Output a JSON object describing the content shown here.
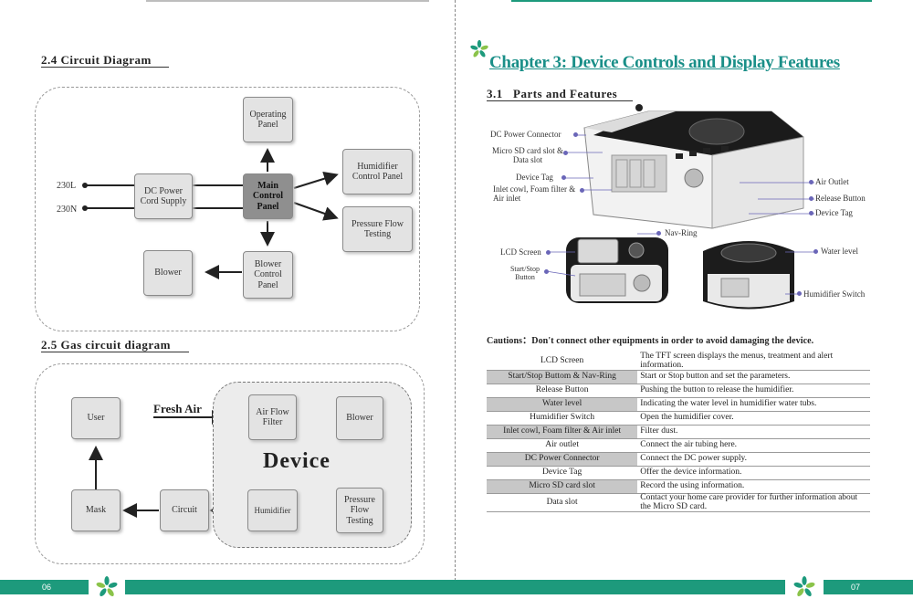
{
  "left": {
    "circuit_title": "2.4  Circuit Diagram",
    "circuit": {
      "l230": "230L",
      "n230": "230N",
      "dc_power": "DC Power Cord Supply",
      "operating": "Operating Panel",
      "main": "Main Control Panel",
      "humidifier_ctrl": "Humidifier Control Panel",
      "pressure": "Pressure Flow Testing",
      "blower_ctrl": "Blower Control Panel",
      "blower": "Blower"
    },
    "gas_title": "2.5  Gas circuit diagram",
    "gas": {
      "user": "User",
      "fresh_air": "Fresh Air",
      "air_filter": "Air Flow Filter",
      "blower": "Blower",
      "device": "Device",
      "mask": "Mask",
      "circuit": "Circuit",
      "humidifier": "Humidifier",
      "pressure": "Pressure Flow Testing"
    },
    "page_number": "06"
  },
  "right": {
    "chapter_title": "Chapter 3: Device Controls and Display Features",
    "parts_title": "3.1   Parts and Features",
    "callouts": {
      "dc_connector": "DC Power Connector",
      "micro_sd": "Micro SD card slot & Data slot",
      "device_tag_left": "Device Tag",
      "inlet": "Inlet cowl, Foam filter & Air inlet",
      "air_outlet": "Air Outlet",
      "release": "Release Button",
      "device_tag_right": "Device Tag",
      "nav_ring": "Nav-Ring",
      "lcd": "LCD Screen",
      "startstop": "Start/Stop Button",
      "water_level": "Water level",
      "humidifier_switch": "Humidifier Switch"
    },
    "caution": "Cautions：Don't connect other equipments in order to avoid damaging the device.",
    "table": [
      {
        "part": "LCD Screen",
        "desc": "The TFT screen displays the menus, treatment and alert information."
      },
      {
        "part": "Start/Stop Buttom & Nav-Ring",
        "desc": "Start or Stop button and set the parameters."
      },
      {
        "part": "Release Button",
        "desc": "Pushing the button to release the humidifier."
      },
      {
        "part": "Water level",
        "desc": "Indicating the water level in humidifier water tubs."
      },
      {
        "part": "Humidifier Switch",
        "desc": "Open the humidifier cover."
      },
      {
        "part": "Inlet cowl, Foam filter & Air inlet",
        "desc": "Filter dust."
      },
      {
        "part": "Air outlet",
        "desc": "Connect the air tubing here."
      },
      {
        "part": "DC Power Connector",
        "desc": "Connect the DC power supply."
      },
      {
        "part": "Device Tag",
        "desc": "Offer the device information."
      },
      {
        "part": "Micro SD card slot",
        "desc": "Record the using information."
      },
      {
        "part": "Data slot",
        "desc": "Contact your home care provider for further information about the Micro SD card."
      }
    ],
    "page_number": "07"
  },
  "colors": {
    "accent_green": "#1d9a7c",
    "chapter_teal": "#1a8f88",
    "callout_dot": "#6a66b8"
  }
}
